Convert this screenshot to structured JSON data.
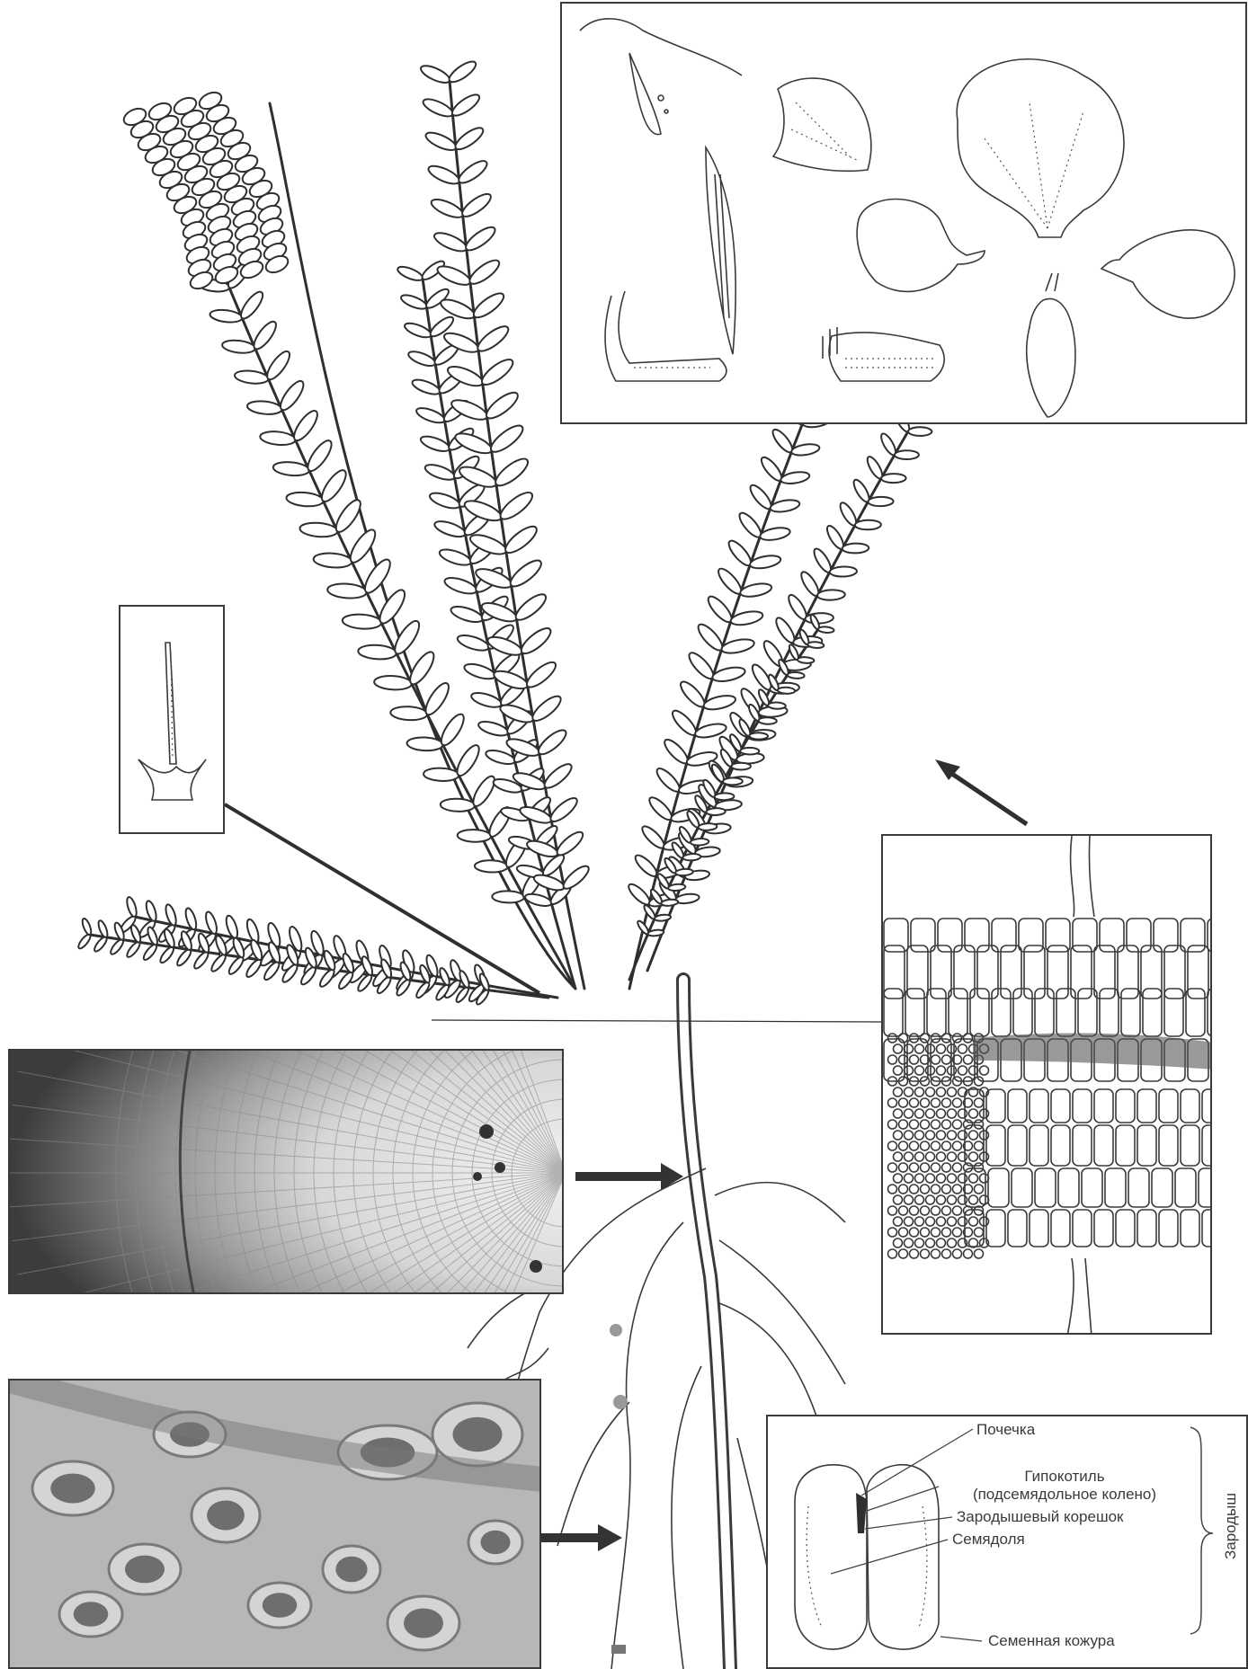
{
  "seed_labels": {
    "bud": "Почечка",
    "hypocotyl_line1": "Гипокотиль",
    "hypocotyl_line2": "(подсемядольное колено)",
    "radicle": "Зародышевый корешок",
    "cotyledon": "Семядоля",
    "seed_coat": "Семенная кожура",
    "embryo_group": "Зародыш"
  },
  "colors": {
    "line": "#2f2f2f",
    "photo_dark": "#5a5a5a",
    "photo_light": "#c9c9c9",
    "background": "#ffffff"
  }
}
